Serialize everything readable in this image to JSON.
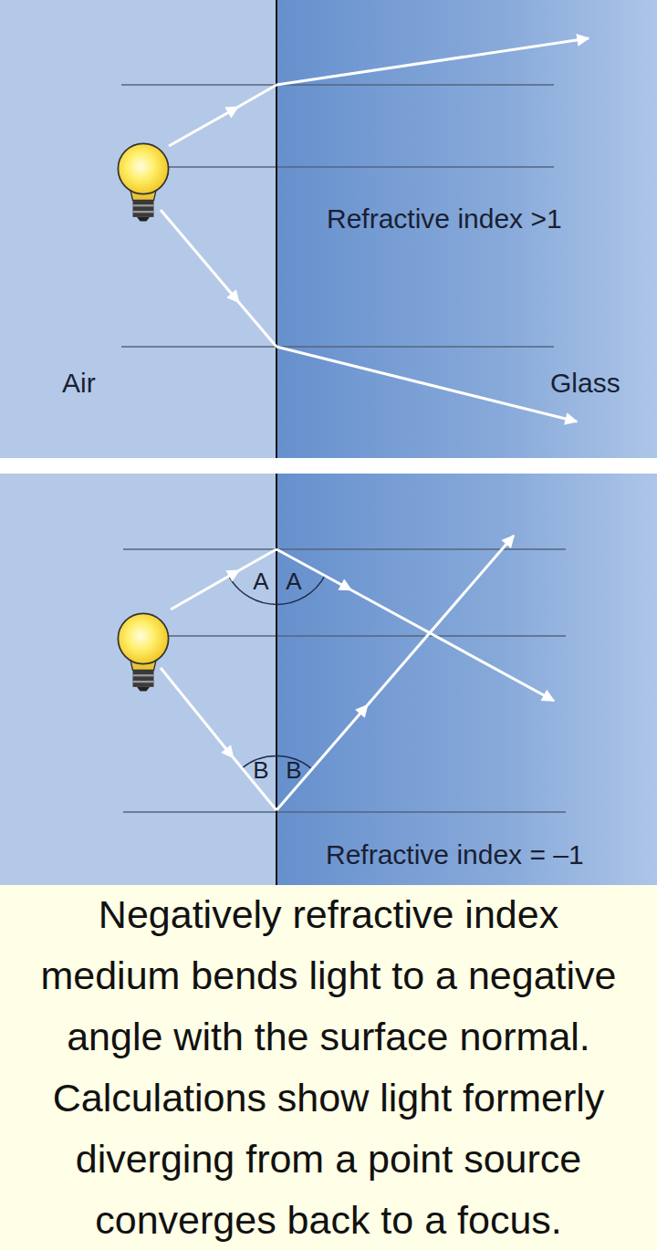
{
  "diagram": {
    "caption": "Negatively refractive index medium bends light to a negative angle with the surface normal. Calculations show light formerly diverging from a point source converges back to a focus.",
    "labels": [
      "Refractive index >1",
      "Air",
      "Glass",
      "A",
      "A",
      "B",
      "B",
      "Refractive index = –1"
    ]
  }
}
